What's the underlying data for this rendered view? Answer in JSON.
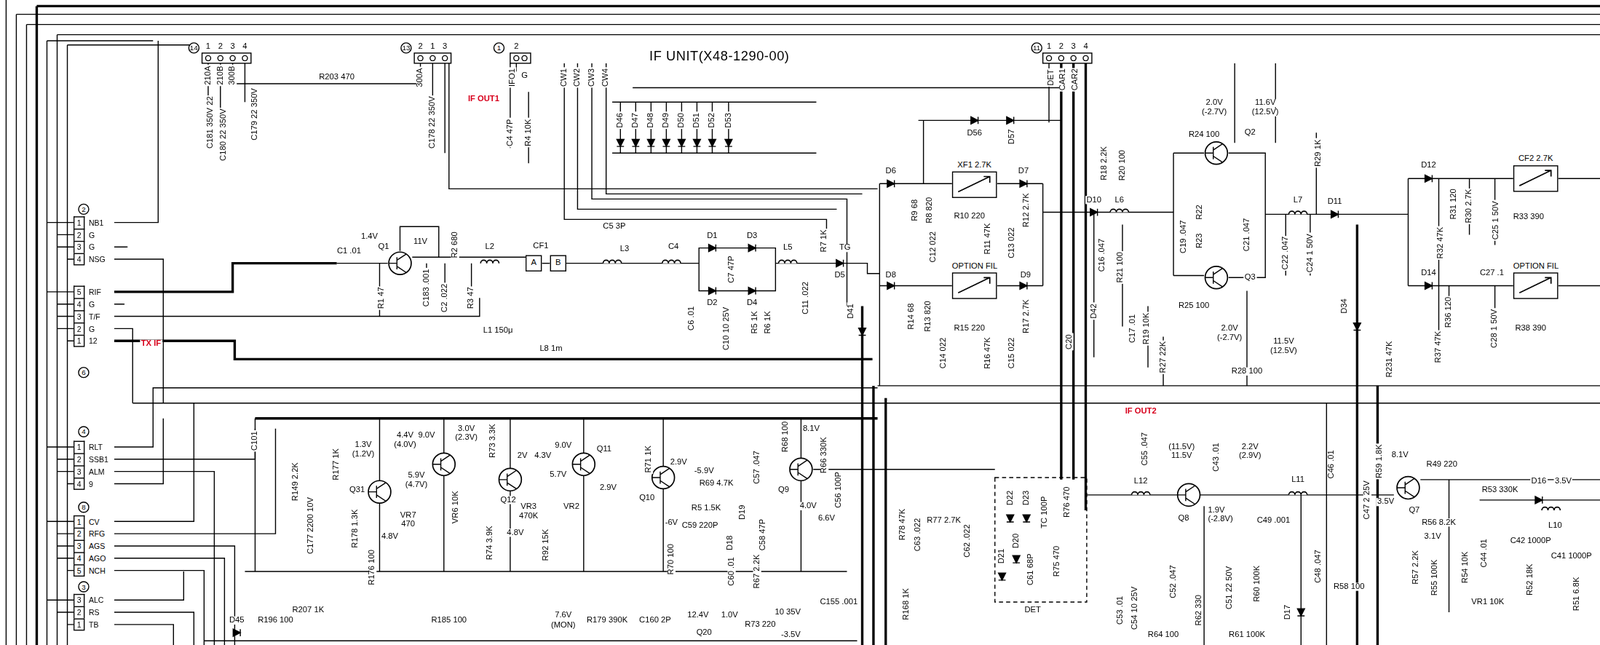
{
  "diagram": {
    "nodes": [
      {
        "text": [
          "1",
          "NB1",
          "2",
          "G",
          "3",
          "G",
          "4",
          "NSG"
        ]
      },
      {
        "text": [
          "5",
          "RIF",
          "4",
          "G",
          "3",
          "T/F",
          "2",
          "G",
          "1",
          "12"
        ]
      },
      {
        "text": [
          "A"
        ]
      },
      {
        "text": [
          "B"
        ]
      },
      {
        "text": [
          "XF1 2.7K"
        ]
      },
      {
        "text": [
          "CF2 2.7K"
        ]
      },
      {
        "text": [
          "OPTION FIL"
        ]
      },
      {
        "text": [
          "OPTION FIL"
        ]
      },
      {
        "text": [
          "1",
          "RLT",
          "2",
          "SSB1",
          "3",
          "ALM",
          "4",
          "9"
        ]
      },
      {
        "text": [
          "1",
          "CV",
          "2",
          "RFG",
          "3",
          "AGS",
          "4",
          "AGO",
          "5",
          "NCH"
        ]
      },
      {
        "text": [
          "3",
          "ALC",
          "2",
          "RS",
          "1",
          "TB"
        ]
      }
    ],
    "edges": [
      {
        "from": 2,
        "to": 3,
        "arrow": "none"
      }
    ],
    "labels": [
      "IF UNIT(X48-1290-00)",
      "14",
      "1",
      "2",
      "3",
      "4",
      "210A",
      "210B",
      "300B",
      "R203 470",
      "C181 350V 22",
      "C180 22 350V",
      "C179 22 350V",
      "13",
      "2",
      "1",
      "3",
      "300A",
      "C178 22 350V",
      "1",
      "2",
      "IFO1",
      "G",
      "IF OUT1",
      "C4 47P",
      "R4 10K",
      "CW1",
      "CW2",
      "CW3",
      "CW4",
      "D46",
      "D47",
      "D48",
      "D49",
      "D50",
      "D51",
      "D52",
      "D53",
      "D56",
      "D57",
      "11",
      "1",
      "2",
      "3",
      "4",
      "DET",
      "CAR1",
      "CAR2",
      "2.0V",
      "(-2.7V)",
      "11.6V",
      "(12.5V)",
      "R24 100",
      "Q2",
      "R18 2.2K",
      "R20 100",
      "R29 1K",
      "D12",
      "R31 120",
      "R30 2.7K",
      "R33 390",
      "C25 1 50V",
      "D6",
      "D7",
      "R9 68",
      "R8 820",
      "R10 220",
      "R11 47K",
      "C12 022",
      "C13 022",
      "R12 2.7K",
      "D8",
      "D9",
      "R14 68",
      "R13 820",
      "R15 220",
      "R16 47K",
      "C14 022",
      "C15 022",
      "R17 2.7K",
      "C1 .01",
      "1.4V",
      "Q1",
      "11V",
      "R2 680",
      "R1 47",
      "C183 .001",
      "C2 .022",
      "R3 47",
      "L2",
      "CF1",
      "C5 3P",
      "L3",
      "C4",
      "D1",
      "D3",
      "C7 47P",
      "D2",
      "D4",
      "L5",
      "C11 .022",
      "R7 1K",
      "TG",
      "D5",
      "D41",
      "C6 .01",
      "C10 10 25V",
      "R5 1K",
      "R6 1K",
      "L1 150μ",
      "L8 1m",
      "2",
      "6",
      "4",
      "8",
      "3",
      "TX IF",
      "C101",
      "R149 2.2K",
      "R177 1K",
      "C177 2200 10V",
      "R178 1.3K",
      "1.3V",
      "(1.2V)",
      "Q31",
      "4.4V",
      "(4.0V)",
      "9.0V",
      "3.0V",
      "(2.3V)",
      "5.9V",
      "(4.7V)",
      "VR7",
      "470",
      "4.8V",
      "R176 100",
      "VR6 10K",
      "R73 3.3K",
      "2V",
      "4.3V",
      "9.0V",
      "Q11",
      "Q12",
      "5.7V",
      "VR3",
      "470K",
      "VR2",
      "2.9V",
      "R74 3.9K",
      "R92 15K",
      "4.8V",
      "R71 1K",
      "2.9V",
      "-5.9V",
      "R69 4.7K",
      "Q10",
      "-6V",
      "R5 1.5K",
      "C59 220P",
      "D18",
      "D19",
      "C57 .047",
      "C58 47P",
      "R70 100",
      "C60 .01",
      "R67 2.2K",
      "R68 100",
      "8.1V",
      "R66 330K",
      "Q9",
      "C56 100P",
      "4.0V",
      "6.6V",
      "R78 47K",
      "C63 .022",
      "R77 2.7K",
      "C62 .022",
      "D22",
      "D23",
      "D21",
      "D20",
      "C61 68P",
      "TC 100P",
      "R76 470",
      "R75 470",
      "DET",
      "L12",
      "C55 .047",
      "(11.5V)",
      "11.5V",
      "C43 .01",
      "2.2V",
      "(2.9V)",
      "Q8",
      "1.9V",
      "(-2.8V)",
      "C49 .001",
      "L11",
      "C48 .047",
      "C46 .01",
      "R58 100",
      "R60 100K",
      "R61 100K",
      "D17",
      "C52 .047",
      "R62 330",
      "C51 22 50V",
      "C53 .01",
      "C54 10 25V",
      "R64 100",
      "R168 1K",
      "R59 1.8K",
      "R49 220",
      "C47 2 25V",
      "8.1V",
      "Q7",
      "3.5V",
      "R53 330K",
      "D16",
      "3.5V",
      "R56 8.2K",
      "3.1V",
      "R57 2.2K",
      "R55 100K",
      "R54 10K",
      "C44 .01",
      "C42 1000P",
      "L10",
      "C41 1000P",
      "R52 18K",
      "VR1 10K",
      "R51 6.8K",
      "IF OUT2",
      "D10",
      "L6",
      "C16 .047",
      "R21 100",
      "C17 .01",
      "R19 10K",
      "R27 22K",
      "R28 100",
      "Q3",
      "2.0V",
      "(-2.7V)",
      "11.5V",
      "(12.5V)",
      "R25 100",
      "L7",
      "C22 .047",
      "C24 1 50V",
      "D11",
      "D34",
      "D42",
      "C20",
      "R22",
      "R23",
      "C19 .047",
      "C21 .047",
      "R32 47K",
      "D14",
      "R36 120",
      "R37 47K",
      "C28 1 50V",
      "R38 390",
      "C27 .1",
      "R231 47K",
      "C155 .001",
      "D45",
      "R196 100",
      "R207 1K",
      "R185 100",
      "7.6V",
      "(MON)",
      "R179 390K",
      "C160 2P",
      "12.4V",
      "1.0V",
      "Q20",
      "R73 220",
      "10 35V",
      "-3.5V"
    ]
  }
}
